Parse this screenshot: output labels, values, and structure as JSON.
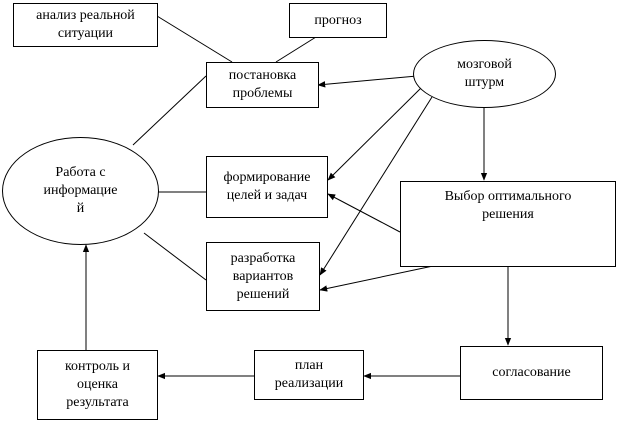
{
  "nodes": {
    "analysis": "анализ реальной\nситуации",
    "forecast": "прогноз",
    "problem": "постановка\nпроблемы",
    "brainstorm": "мозговой\nштурм",
    "info": "Работа с\nинформацие\nй",
    "goals": "формирование\nцелей и задач",
    "optimal": "Выбор оптимального\nрешения",
    "variants": "разработка\nвариантов\nрешений",
    "control": "контроль и\nоценка\nрезультата",
    "plan": "план\nреализации",
    "agreement": "согласование"
  }
}
